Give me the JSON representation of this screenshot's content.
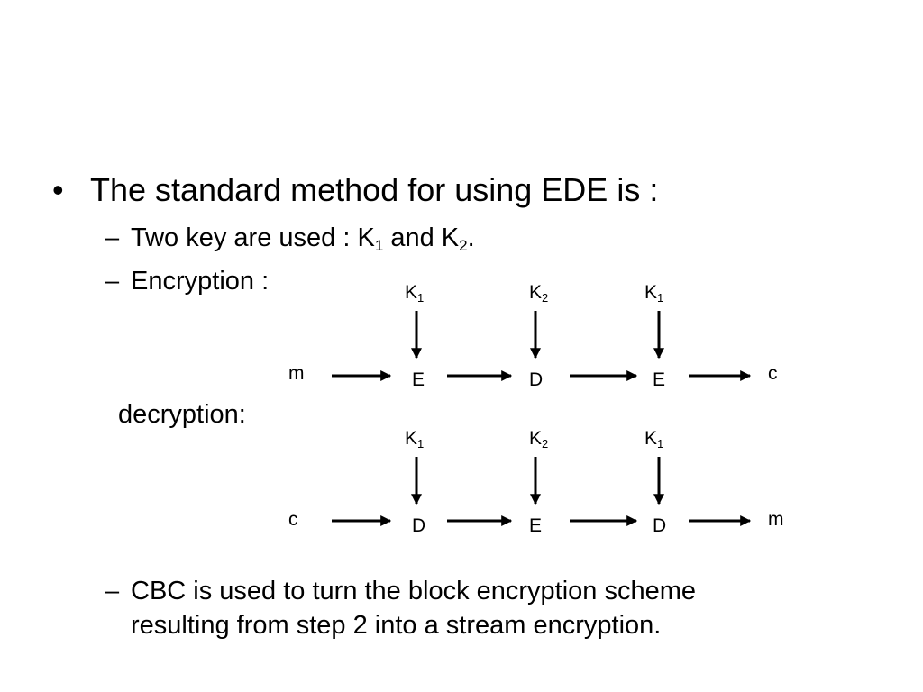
{
  "bullet": {
    "marker": "•",
    "text": "The standard method for using EDE is :"
  },
  "dash": "–",
  "keys_line": {
    "prefix": "Two key are used : K",
    "sub1": "1",
    "middle": " and K",
    "sub2": "2",
    "suffix": "."
  },
  "encryption_label": "Encryption :",
  "decryption_label": "decryption:",
  "cbc_line": {
    "line1": "CBC is used to turn the block encryption scheme",
    "line2": "resulting from step 2 into a stream encryption."
  },
  "key_letter": "K",
  "encryption_flow": {
    "input": "m",
    "output": "c",
    "stages": [
      {
        "op": "E",
        "key_sub": "1"
      },
      {
        "op": "D",
        "key_sub": "2"
      },
      {
        "op": "E",
        "key_sub": "1"
      }
    ]
  },
  "decryption_flow": {
    "input": "c",
    "output": "m",
    "stages": [
      {
        "op": "D",
        "key_sub": "1"
      },
      {
        "op": "E",
        "key_sub": "2"
      },
      {
        "op": "D",
        "key_sub": "1"
      }
    ]
  }
}
